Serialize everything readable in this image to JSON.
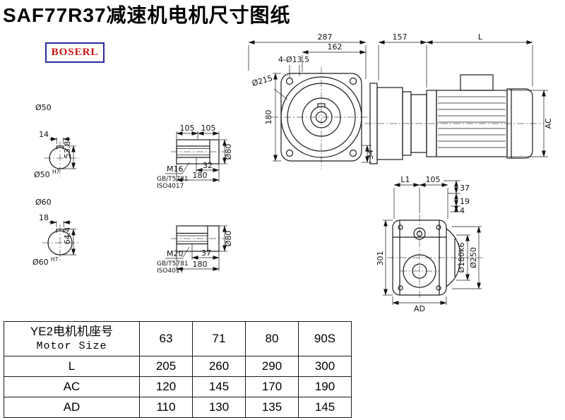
{
  "page": {
    "title": "SAF77R37减速机电机尺寸图纸",
    "logo_text": "BOSERL"
  },
  "colors": {
    "logo_text": "#cc1111",
    "logo_border": "#2b2b9e",
    "line": "#1a1a1a"
  },
  "front_view": {
    "dim_width_total": "287",
    "dim_width_right": "162",
    "bolt_holes_label": "4-Ø13.5",
    "flange_dia_label": "Ø215",
    "dim_height": "180",
    "dim_foot": "34"
  },
  "side_view": {
    "dim_gear_length": "157",
    "dim_motor_length": "L",
    "dim_motor_dia": "AC"
  },
  "shaft_50": {
    "dia_label": "Ø50",
    "keyway_width": "14",
    "keyway_height": "53.8",
    "bore_label": "Ø50",
    "bore_tolerance": "H7"
  },
  "shaft_60": {
    "dia_label": "Ø60",
    "keyway_width": "18",
    "keyway_height": "64.4",
    "bore_label": "Ø60",
    "bore_tolerance": "H7"
  },
  "bushing_m16": {
    "dim_left": "105",
    "dim_right": "105",
    "thread_label": "M16",
    "standard_1": "GB/T5781",
    "standard_2": "ISO4017",
    "dim_thread_depth": "32",
    "dim_length": "180",
    "dia_label": "Ø80"
  },
  "bushing_m20": {
    "thread_label": "M20",
    "standard_1": "GB/T5781",
    "standard_2": "ISO4017",
    "dim_thread_depth": "37",
    "dim_length": "180",
    "dia_label": "Ø80"
  },
  "rear_view": {
    "dim_l1": "L1",
    "dim_105": "105",
    "dim_37": "37",
    "dim_19": "19",
    "dim_4": "4",
    "dim_height": "301",
    "spigot_dia": "Ø180k6",
    "flange_dia": "Ø250",
    "dim_ad": "AD"
  },
  "table": {
    "header": {
      "line1": "YE2电机机座号",
      "line2": "Motor Size"
    },
    "columns": [
      "63",
      "71",
      "80",
      "90S"
    ],
    "rows": [
      {
        "label": "L",
        "values": [
          "205",
          "260",
          "290",
          "300"
        ]
      },
      {
        "label": "AC",
        "values": [
          "120",
          "145",
          "170",
          "190"
        ]
      },
      {
        "label": "AD",
        "values": [
          "110",
          "130",
          "135",
          "145"
        ]
      }
    ]
  }
}
